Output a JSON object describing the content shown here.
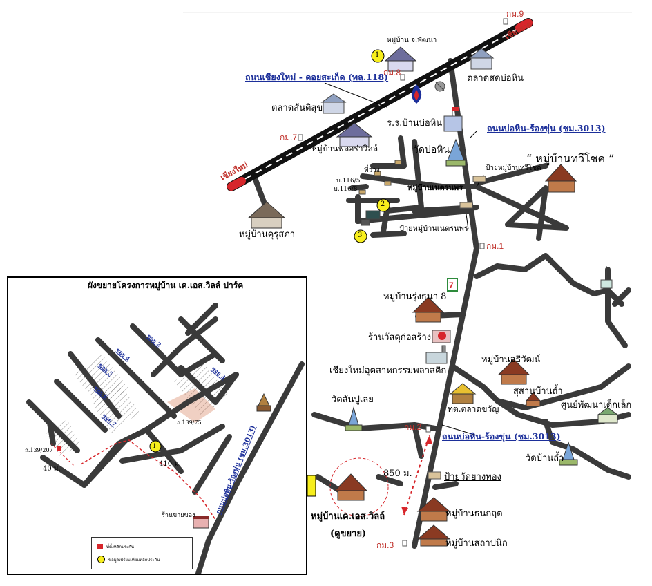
{
  "labels": {
    "km9": "กม.9",
    "chiang_rai": "เชียงราย",
    "village_chor": "หมู่บ้าน จ.พัฒนา",
    "road118": "ถนนเชียงใหม่ - ดอยสะเก็ด  (ทล.118)",
    "km8": "กม.8",
    "market_bohin": "ตลาดสดบ่อหิน",
    "market_santisuk": "ตลาดสันติสุข",
    "school": "ร.ร.บ้านบ่อหิน",
    "road3013_top": "ถนนบ่อหิน-ร้องขุ่น (ชม.3013)",
    "km7": "กม.7",
    "village_flora": "หมู่บ้านฟลอร่าวิลล์",
    "wat_bohin": "วัดบ่อหิน",
    "village_tawichoke": "“ หมู่บ้านทวีโชค ”",
    "sign_tawichoke": "ป้ายหมู่บ้านทวีโชค",
    "chiang_mai": "เชียงใหม่",
    "empty_land": "ที่ว่าง",
    "b116_5": "บ.116/5",
    "b116_8": "บ.116/8",
    "village_netra": "หมู่บ้านเนตรนพร",
    "sign_netra": "ป้ายหมู่บ้านเนตรนพร",
    "village_kurusapa": "หมู่บ้านคุรุสภา",
    "km1": "กม.1",
    "village_rungthana": "หมู่บ้านรุ่งธนา 8",
    "shop_construction": "ร้านวัสดุก่อสร้าง",
    "plastic_industry": "เชียงใหม่อุตสาหกรรมพลาสติก",
    "village_athiwat": "หมู่บ้านอธิวัฒน์",
    "wat_sanpuloei": "วัดสันปูเลย",
    "cemetery": "สุสานบ้านถ้ำ",
    "tambon_office": "ทต.ตลาดขวัญ",
    "childcare": "ศูนย์พัฒนาเด็กเล็ก",
    "km2": "กม.2",
    "road3013_bottom": "ถนนบ่อหิน-ร้องขุ่น (ชม.3013)",
    "wat_bantham": "วัดบ้านถ้ำ",
    "dist850": "850 ม.",
    "sign_wat_yangthong": "ป้ายวัดยางทอง",
    "village_ks": "หมู่บ้านเค.เอส.วิลล์",
    "expand": "(ดูขยาย)",
    "village_thanakrit": "หมู่บ้านธนกฤต",
    "km3": "กม.3",
    "village_sathanik": "หมู่บ้านสถาปนิก"
  },
  "markers": {
    "m1": "1",
    "m2": "2",
    "m3": "3",
    "m_inset": "1"
  },
  "inset": {
    "title": "ผังขยายโครงการหมู่บ้าน เค.เอส.วิลล์ ปาร์ค",
    "road_label": "ถนนบ่อหิน-ร้องขุ่น (ชม.3013)",
    "dist410": "410 ม.",
    "dist40": "40 ม.",
    "lot_a": "ถ.139/207",
    "lot_b": "ถ.139/75",
    "shop": "ร้านขายของ",
    "soi2": "ซอย 2",
    "soi4": "ซอย 4",
    "soi5": "ซอย 5",
    "soi6": "ซอย 6",
    "soi7": "ซอย 7",
    "soi3": "ซอย 3",
    "legend_red": "ที่ตั้งหลักประกัน",
    "legend_yellow": "ข้อมูลเปรียบเทียบหลักประกัน"
  },
  "colors": {
    "road": "#3a3a3a",
    "highway": "#111111",
    "accent_red": "#d7262b",
    "label_blue": "#1c2f9a",
    "marker_yellow": "#f7ee1c"
  }
}
